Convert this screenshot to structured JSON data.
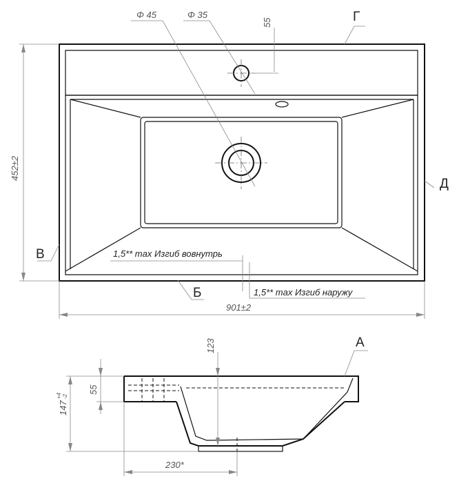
{
  "labels": {
    "top_view": {
      "diam_45": "Φ 45",
      "diam_35": "Φ 35",
      "dim_55_top": "55",
      "height": "452±2",
      "width": "901±2",
      "marker_g": "Г",
      "marker_d": "Д",
      "marker_v": "В",
      "marker_b": "Б",
      "note_inward": "1,5** max Изгиб вовнутрь",
      "note_outward": "1,5** max Изгиб наружу"
    },
    "side_view": {
      "marker_a": "А",
      "dim_123": "123",
      "dim_55": "55",
      "dim_147": "147",
      "tol_147_plus": "+4",
      "tol_147_minus": "-2",
      "dim_230": "230*"
    }
  },
  "colors": {
    "outline": "#111111",
    "dimension": "#888888",
    "text": "#222222"
  }
}
